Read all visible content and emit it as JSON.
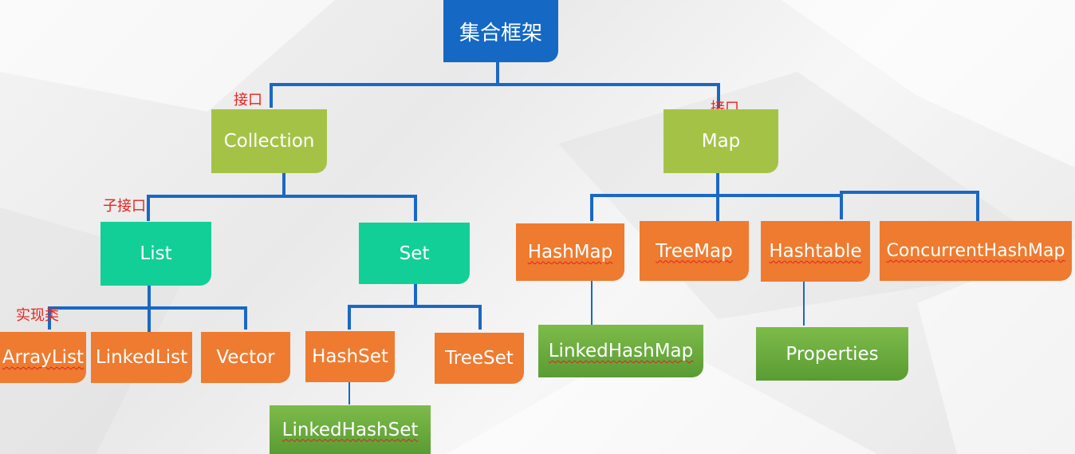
{
  "labels": {
    "interface_left": "接口",
    "interface_right": "接口",
    "sub_interface": "子接口",
    "impl_class": "实现类"
  },
  "nodes": {
    "root": "集合框架",
    "collection": "Collection",
    "map": "Map",
    "list": "List",
    "set": "Set",
    "arraylist": "ArrayList",
    "linkedlist": "LinkedList",
    "vector": "Vector",
    "hashset": "HashSet",
    "treeset": "TreeSet",
    "linkedhashset": "LinkedHashSet",
    "hashmap": "HashMap",
    "treemap": "TreeMap",
    "hashtable": "Hashtable",
    "concurrenthashmap": "ConcurrentHashMap",
    "linkedhashmap": "LinkedHashMap",
    "properties": "Properties"
  },
  "colors": {
    "root": "#1568c4",
    "interface": "#a4c346",
    "sub_interface": "#12cf97",
    "implementation": "#ee7b30",
    "implementation_child": "#5a9c33",
    "connector": "#1a68c4",
    "label_text": "#e8231f"
  }
}
